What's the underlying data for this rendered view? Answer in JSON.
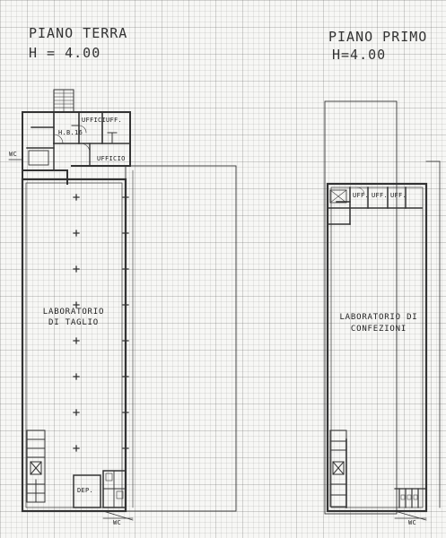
{
  "ground_floor": {
    "title": "PIANO  TERRA",
    "height": "H = 4.00",
    "rooms": {
      "office_1": "UFFICI",
      "office_2": "UFF.",
      "wc_bath": "H.B.16",
      "office_3": "UFFICIO",
      "wc_left": "WC",
      "main_hall_line1": "LABORATORIO",
      "main_hall_line2": "DI  TAGLIO",
      "storage": "DEP.",
      "wc_bottom": "WC"
    }
  },
  "first_floor": {
    "title": "PIANO  PRIMO",
    "height": "H=4.00",
    "rooms": {
      "office_1": "UFF.",
      "office_2": "UFF.",
      "office_3": "UFF.",
      "main_hall_line1": "LABORATORIO  DI",
      "main_hall_line2": "CONFEZIONI",
      "wc_bottom": "WC"
    }
  }
}
